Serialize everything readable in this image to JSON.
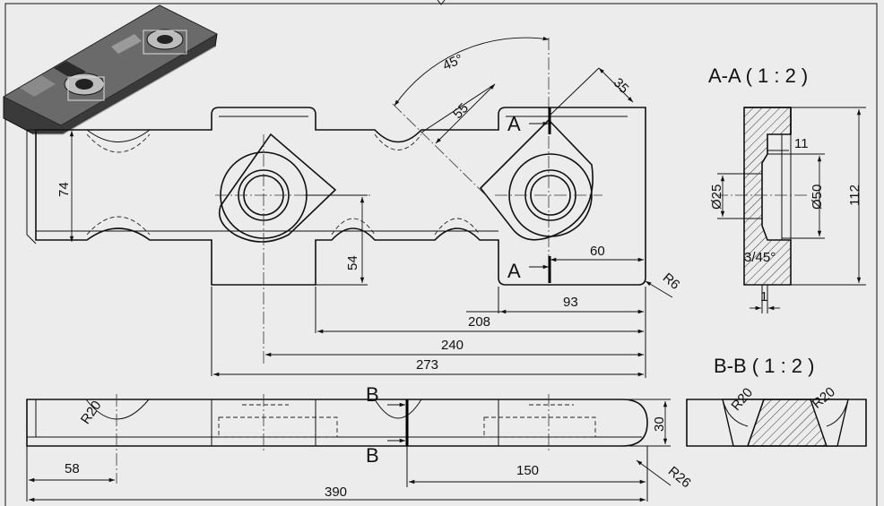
{
  "views": {
    "section_aa": {
      "title": "A-A ( 1 : 2 )"
    },
    "section_bb": {
      "title": "B-B ( 1 : 2 )"
    }
  },
  "cut_labels": {
    "a": "A",
    "b": "B"
  },
  "dims": {
    "d45": "45°",
    "d55": "55",
    "d35": "35",
    "d74": "74",
    "d54": "54",
    "d60": "60",
    "d93": "93",
    "d208": "208",
    "d240": "240",
    "d273": "273",
    "r6": "R6",
    "d11": "11",
    "d25": "Ø25",
    "d50": "Ø50",
    "d112": "112",
    "chamfer": "3/45°",
    "d1": "1",
    "r20": "R20",
    "d30": "30",
    "d58": "58",
    "d150": "150",
    "d390": "390",
    "r26": "R26"
  },
  "colors": {
    "background": "#ececec",
    "line": "#111111",
    "hatch": "#222222",
    "solid": "#3a3a3a"
  }
}
